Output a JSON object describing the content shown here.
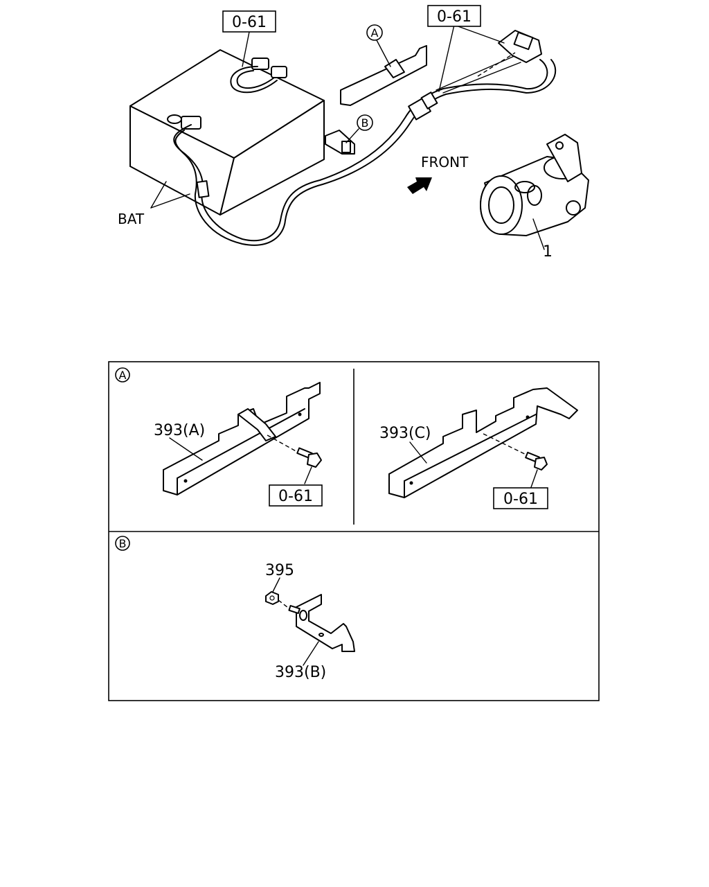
{
  "top_diagram": {
    "ref_label_left": "0-61",
    "ref_label_right": "0-61",
    "callout_a": "A",
    "callout_b": "B",
    "front_label": "FRONT",
    "bat_label": "BAT",
    "part_1_label": "1"
  },
  "detail_a": {
    "circle_label": "A",
    "left_part_label": "393(A)",
    "left_ref_label": "0-61",
    "right_part_label": "393(C)",
    "right_ref_label": "0-61"
  },
  "detail_b": {
    "circle_label": "B",
    "nut_label": "395",
    "part_label": "393(B)"
  }
}
